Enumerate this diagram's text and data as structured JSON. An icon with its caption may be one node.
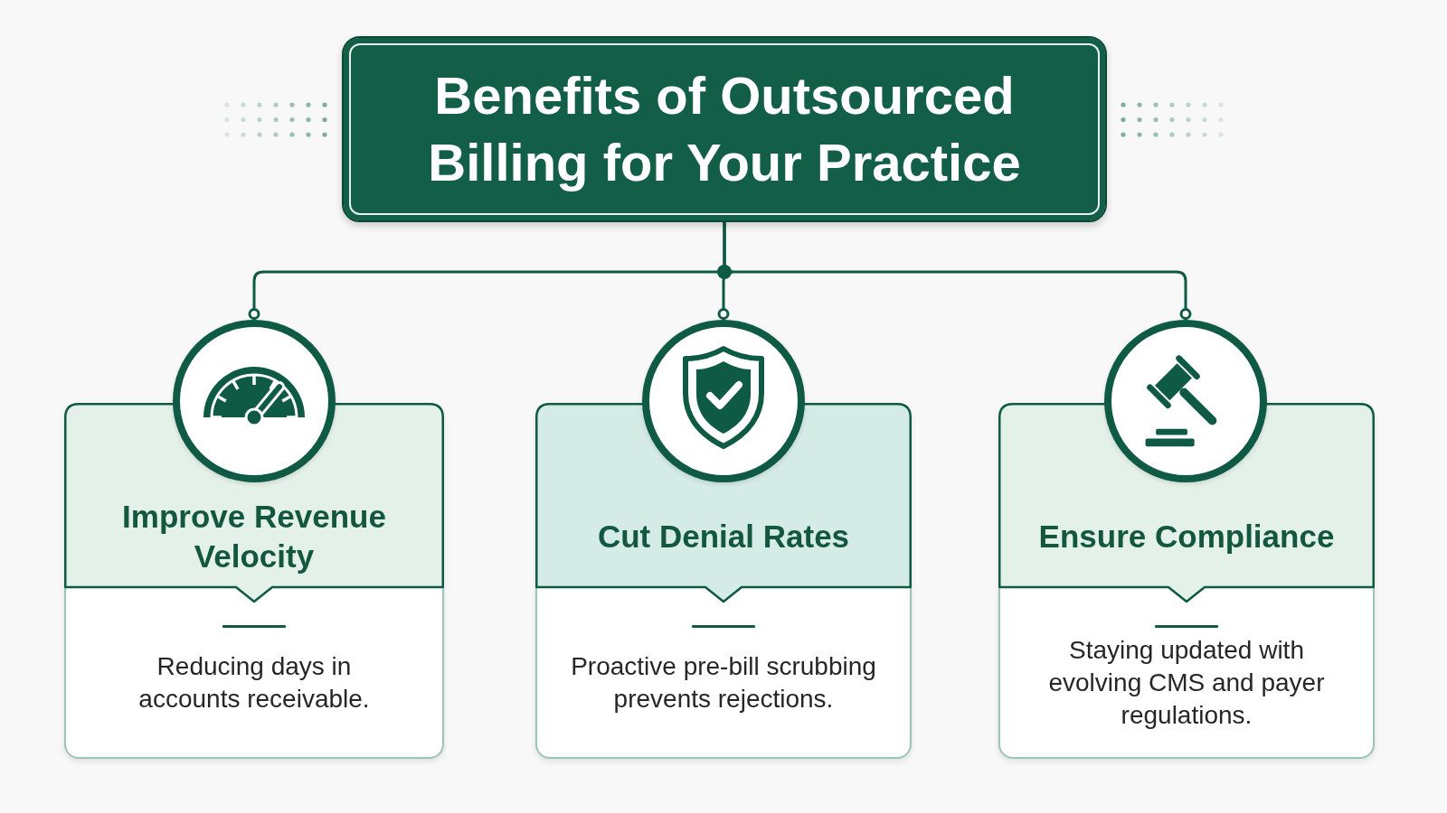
{
  "diagram": {
    "nodes": [
      {
        "text": [
          "Benefits of Outsourced Billing for Your Practice"
        ]
      },
      {
        "text": [],
        "shape": "circle"
      },
      {
        "text": [
          "Improve Revenue Velocity",
          "Reducing days in accounts receivable."
        ]
      },
      {
        "text": [],
        "shape": "circle"
      },
      {
        "text": [
          "Cut Denial Rates",
          "Proactive pre-bill scrubbing prevents rejections."
        ]
      },
      {
        "text": [],
        "shape": "circle"
      },
      {
        "text": [
          "Ensure Compliance",
          "Staying updated with evolving CMS and payer regulations."
        ]
      }
    ],
    "edges": [
      {
        "from": 0,
        "to": 1,
        "arrow": "other"
      },
      {
        "from": 0,
        "to": 3,
        "arrow": "other"
      },
      {
        "from": 0,
        "to": 5,
        "arrow": "other"
      }
    ]
  }
}
